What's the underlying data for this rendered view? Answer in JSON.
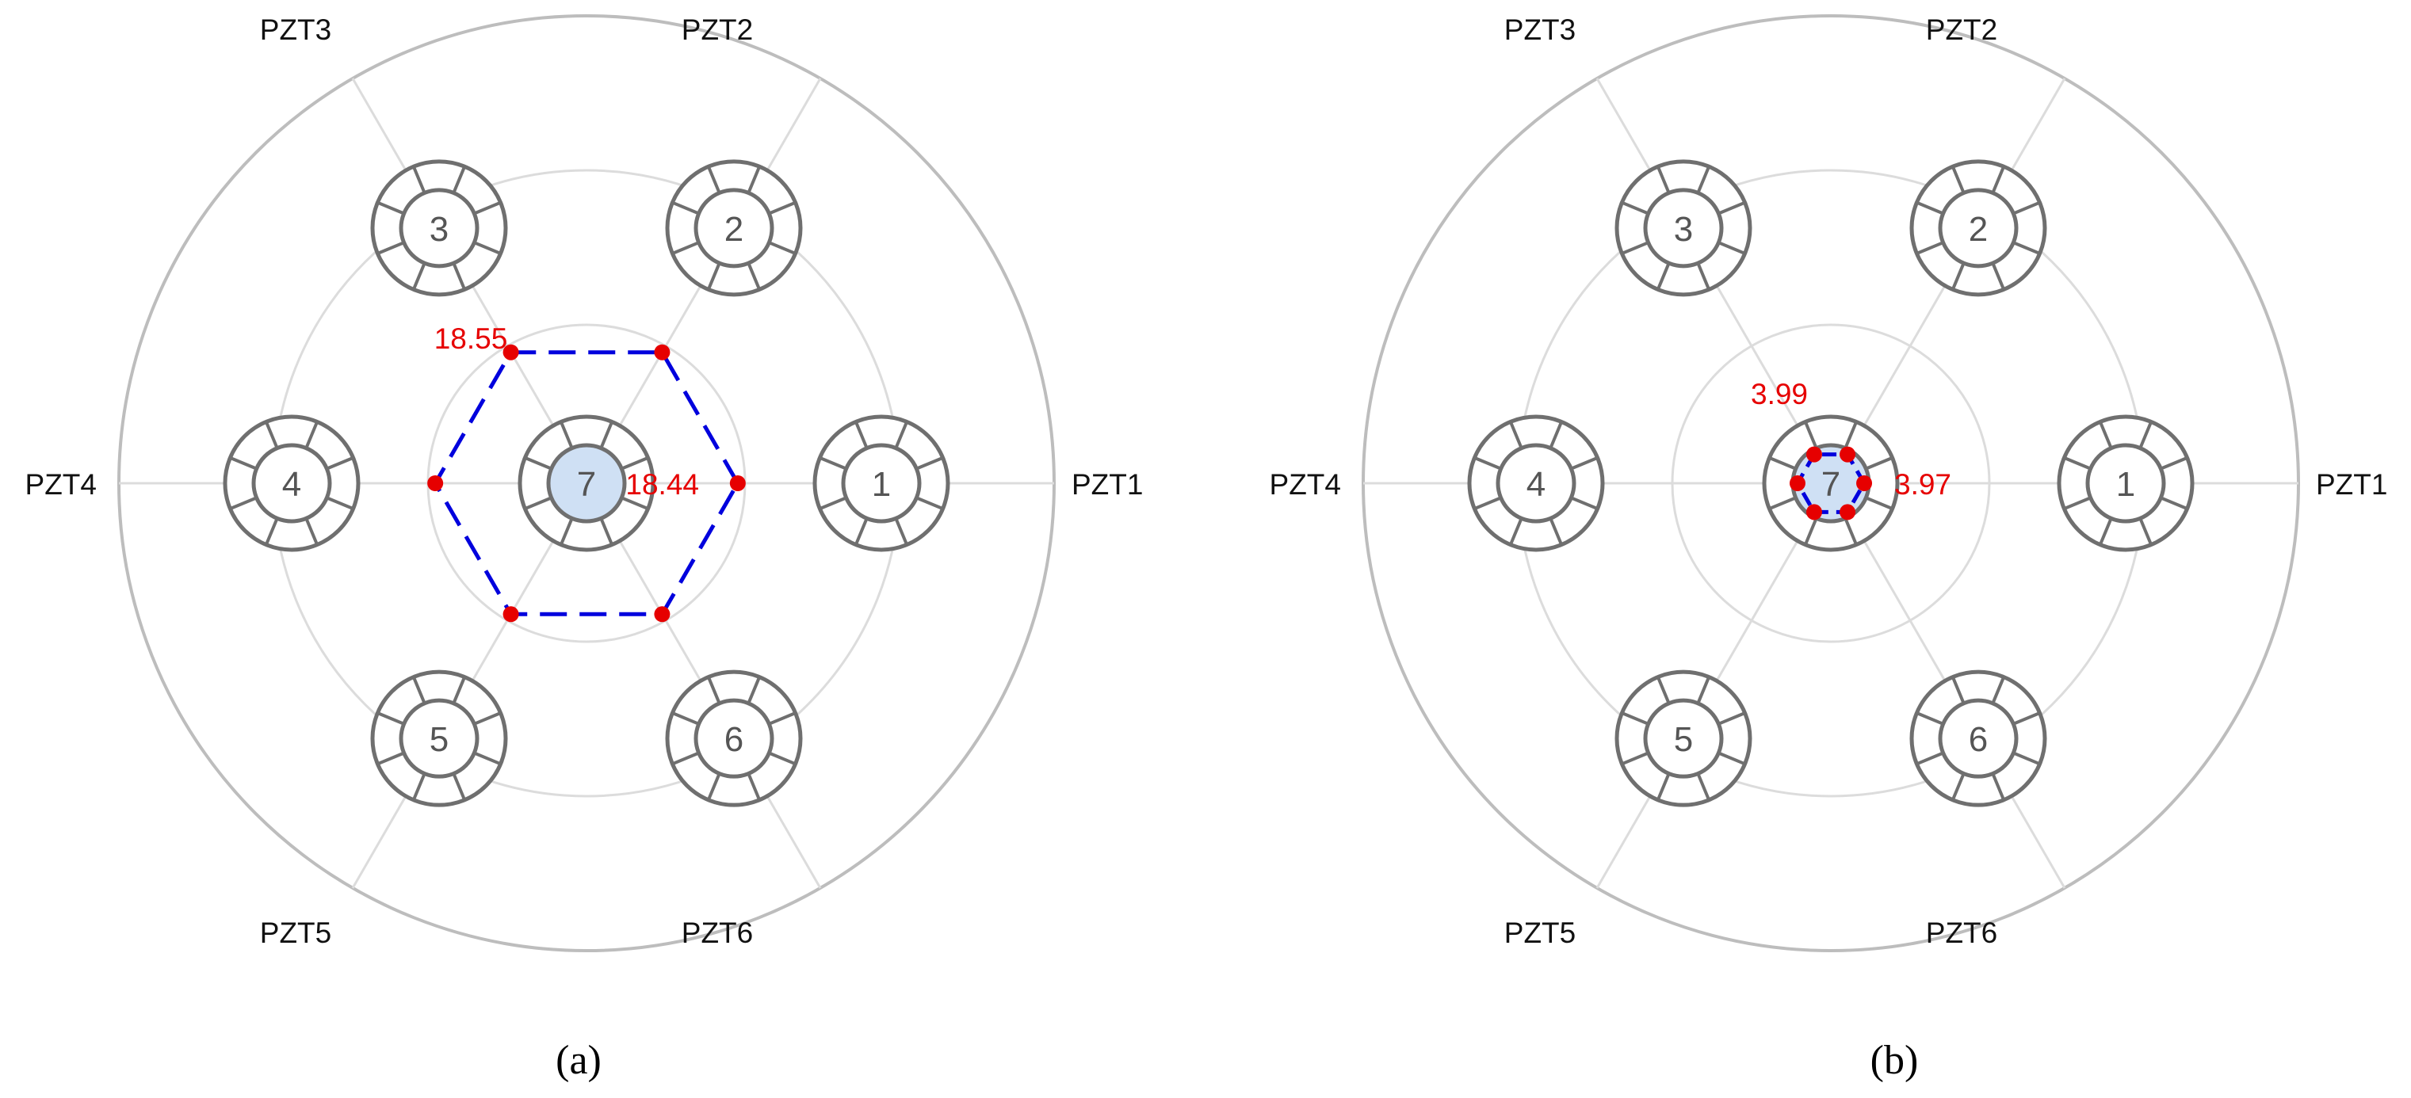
{
  "panels": [
    {
      "id": "a",
      "label": "(a)",
      "pzt_labels": [
        "PZT1",
        "PZT2",
        "PZT3",
        "PZT4",
        "PZT5",
        "PZT6"
      ],
      "nodes": [
        "1",
        "2",
        "3",
        "4",
        "5",
        "6",
        "7"
      ],
      "center_node_highlight": "#cfe0f4",
      "path_color": "#0000dd",
      "point_color": "#e60000",
      "path_scale": 0.513,
      "values": [
        "18.55",
        "18.44"
      ]
    },
    {
      "id": "b",
      "label": "(b)",
      "pzt_labels": [
        "PZT1",
        "PZT2",
        "PZT3",
        "PZT4",
        "PZT5",
        "PZT6"
      ],
      "nodes": [
        "1",
        "2",
        "3",
        "4",
        "5",
        "6",
        "7"
      ],
      "center_node_highlight": "#cfe0f4",
      "path_color": "#0000dd",
      "point_color": "#e60000",
      "path_scale": 0.113,
      "values": [
        "3.99",
        "3.97"
      ]
    }
  ]
}
